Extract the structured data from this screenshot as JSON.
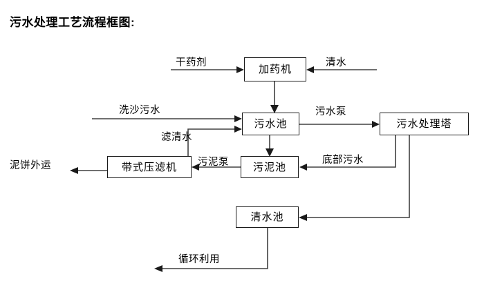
{
  "diagram": {
    "title": "污水处理工艺流程框图:",
    "nodes": [
      {
        "id": "dosing-machine",
        "label": "加药机"
      },
      {
        "id": "sewage-pool",
        "label": "污水池"
      },
      {
        "id": "treatment-tower",
        "label": "污水处理塔"
      },
      {
        "id": "belt-filter-press",
        "label": "带式压滤机"
      },
      {
        "id": "sludge-pool",
        "label": "污泥池"
      },
      {
        "id": "clear-water-pool",
        "label": "清水池"
      }
    ],
    "edge_labels": [
      {
        "id": "dry-chemical",
        "label": "干药剂"
      },
      {
        "id": "clean-water",
        "label": "清水"
      },
      {
        "id": "sand-wash-sewage",
        "label": "洗沙污水"
      },
      {
        "id": "filtered-water",
        "label": "滤清水"
      },
      {
        "id": "sewage-pump",
        "label": "污水泵"
      },
      {
        "id": "mud-cake-transport",
        "label": "泥饼外运"
      },
      {
        "id": "sludge-pump",
        "label": "污泥泵"
      },
      {
        "id": "bottom-sewage",
        "label": "底部污水"
      },
      {
        "id": "recycle-reuse",
        "label": "循环利用"
      }
    ],
    "colors": {
      "background": "#ffffff",
      "box_border": "#1a1a1a",
      "line": "#404040",
      "text": "#000000"
    }
  }
}
